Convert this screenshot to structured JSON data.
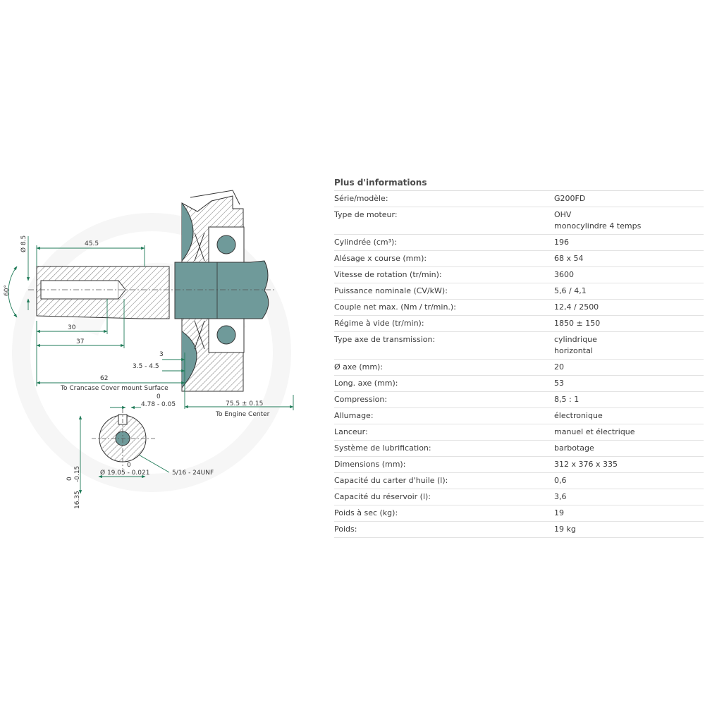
{
  "drawing": {
    "dim_shaft_dia": "Ø 8.5",
    "dim_45_5": "45.5",
    "dim_angle": "60°",
    "dim_30": "30",
    "dim_37": "37",
    "dim_3": "3",
    "dim_3_5_4_5": "3.5 - 4.5",
    "dim_62": "62",
    "label_crankcase": "To Crancase Cover mount Surface",
    "dim_75_5": "75.5 ± 0.15",
    "label_engine_center": "To Engine Center",
    "key_tol_top": "0",
    "key_width": "4.78 - 0.05",
    "bore_tol_top": "0",
    "bore_dia": "Ø 19.05 - 0.021",
    "thread": "5/16 - 24UNF",
    "height_tol_top": "0",
    "height_tol_bottom": "-0.15",
    "height_value": "16.35"
  },
  "specs": {
    "title": "Plus d'informations",
    "rows": [
      {
        "label": "Série/modèle:",
        "value": "G200FD"
      },
      {
        "label": "Type de moteur:",
        "value": "OHV\nmonocylindre 4 temps"
      },
      {
        "label": "Cylindrée (cm³):",
        "value": "196"
      },
      {
        "label": "Alésage x course (mm):",
        "value": "68 x 54"
      },
      {
        "label": "Vitesse de rotation (tr/min):",
        "value": "3600"
      },
      {
        "label": "Puissance nominale (CV/kW):",
        "value": "5,6 / 4,1"
      },
      {
        "label": "Couple net max. (Nm / tr/min.):",
        "value": "12,4 / 2500"
      },
      {
        "label": "Régime à vide (tr/min):",
        "value": "1850 ± 150"
      },
      {
        "label": "Type axe de transmission:",
        "value": "cylindrique\nhorizontal"
      },
      {
        "label": "Ø axe (mm):",
        "value": "20"
      },
      {
        "label": "Long. axe (mm):",
        "value": "53"
      },
      {
        "label": "Compression:",
        "value": "8,5 : 1"
      },
      {
        "label": "Allumage:",
        "value": "électronique"
      },
      {
        "label": "Lanceur:",
        "value": "manuel et électrique"
      },
      {
        "label": "Système de lubrification:",
        "value": "barbotage"
      },
      {
        "label": "Dimensions (mm):",
        "value": "312 x 376 x 335"
      },
      {
        "label": "Capacité du carter d'huile (l):",
        "value": "0,6"
      },
      {
        "label": "Capacité du réservoir (l):",
        "value": "3,6"
      },
      {
        "label": "Poids à sec (kg):",
        "value": "19"
      },
      {
        "label": "Poids:",
        "value": "19 kg"
      }
    ]
  }
}
